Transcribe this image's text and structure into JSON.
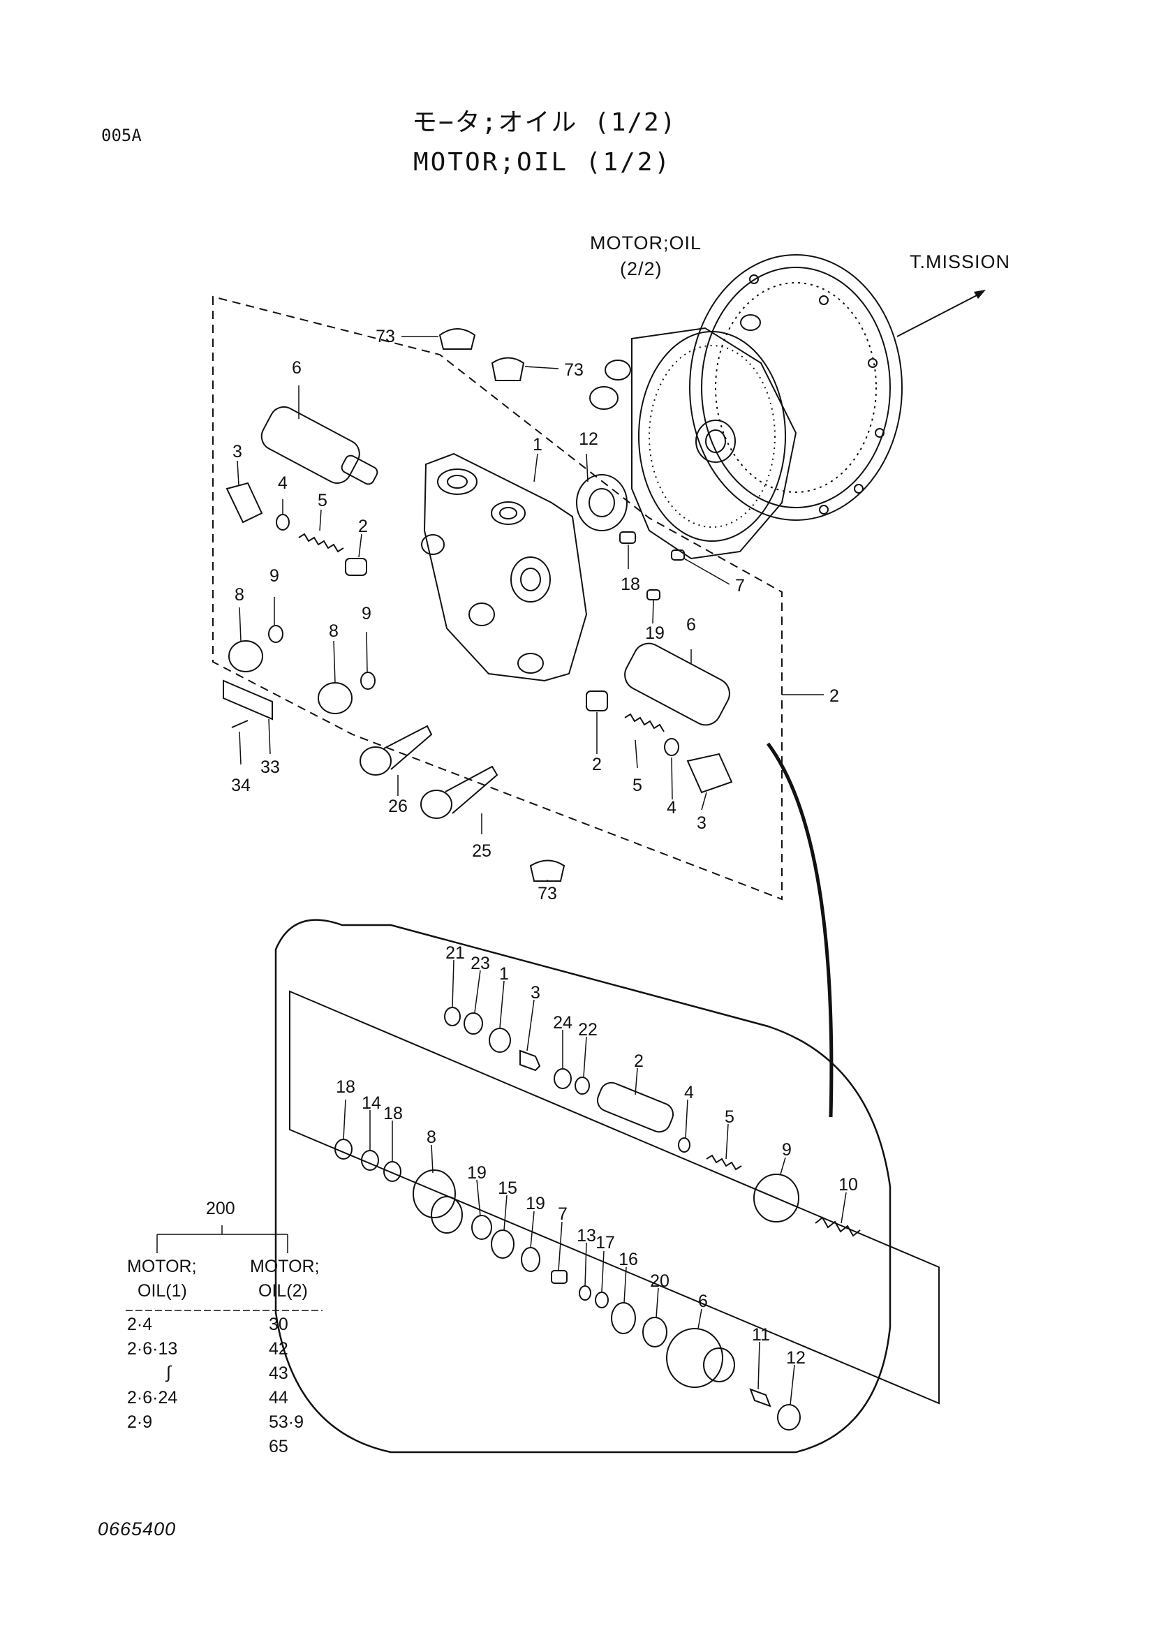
{
  "header": {
    "page_code": "005A",
    "title_jp": "モ−タ;オイル (1/2)",
    "title_en": "MOTOR;OIL (1/2)"
  },
  "refs": {
    "motor_oil_ref_line1": "MOTOR;OIL",
    "motor_oil_ref_line2": "(2/2)",
    "t_mission": "T.MISSION"
  },
  "upper_callouts": [
    "73",
    "73",
    "6",
    "12",
    "1",
    "3",
    "4",
    "5",
    "2",
    "9",
    "8",
    "9",
    "8",
    "18",
    "7",
    "19",
    "6",
    "2",
    "33",
    "34",
    "26",
    "2",
    "5",
    "4",
    "3",
    "25",
    "73"
  ],
  "detail_callouts": [
    "21",
    "23",
    "1",
    "3",
    "24",
    "22",
    "2",
    "4",
    "5",
    "18",
    "14",
    "18",
    "8",
    "19",
    "15",
    "19",
    "7",
    "13",
    "17",
    "16",
    "20",
    "6",
    "11",
    "12",
    "9",
    "10"
  ],
  "assembly_table": {
    "group_no": "200",
    "col1_header_line1": "MOTOR;",
    "col1_header_line2": "OIL(1)",
    "col2_header_line1": "MOTOR;",
    "col2_header_line2": "OIL(2)",
    "rows": [
      {
        "c1": "2·4",
        "c2": "30"
      },
      {
        "c1": "2·6·13",
        "c2": "42"
      },
      {
        "c1": "∫",
        "c2": "43"
      },
      {
        "c1": "2·6·24",
        "c2": "44"
      },
      {
        "c1": "2·9",
        "c2": "53·9"
      },
      {
        "c1": "",
        "c2": "65"
      }
    ]
  },
  "footer": {
    "drawing_no": "0665400"
  }
}
